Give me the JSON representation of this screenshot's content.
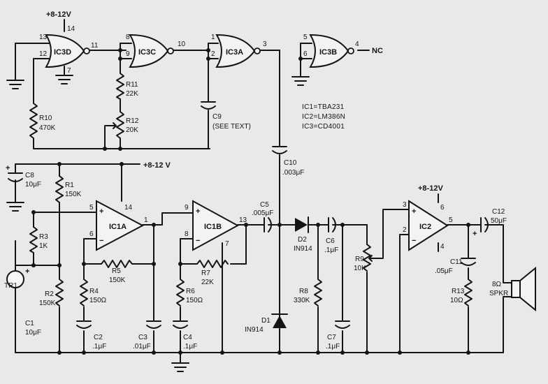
{
  "supply": "+8-12V",
  "supply_spaced": "+8-12 V",
  "nc": "NC",
  "ics": {
    "ic3d": "IC3D",
    "ic3c": "IC3C",
    "ic3a": "IC3A",
    "ic3b": "IC3B",
    "ic1a": "IC1A",
    "ic1b": "IC1B",
    "ic2": "IC2"
  },
  "pins": {
    "p13": "13",
    "p14": "14",
    "p12": "12",
    "p11": "11",
    "p7": "7",
    "p8": "8",
    "p9": "9",
    "p10": "10",
    "p1": "1",
    "p2": "2",
    "p3": "3",
    "p5": "5",
    "p6": "6",
    "p4": "4"
  },
  "parts_list": {
    "ic1": "IC1=TBA231",
    "ic2": "IC2=LM386N",
    "ic3": "IC3=CD4001"
  },
  "components": {
    "r1": "R1",
    "r1v": "150K",
    "r2": "R2",
    "r2v": "150K",
    "r3": "R3",
    "r3v": "1K",
    "r4": "R4",
    "r4v": "150Ω",
    "r5": "R5",
    "r5v": "150K",
    "r6": "R6",
    "r6v": "150Ω",
    "r7": "R7",
    "r7v": "22K",
    "r8": "R8",
    "r8v": "330K",
    "r9": "R9",
    "r9v": "10K",
    "r10": "R10",
    "r10v": "470K",
    "r11": "R11",
    "r11v": "22K",
    "r12": "R12",
    "r12v": "20K",
    "r13": "R13",
    "r13v": "10Ω",
    "c1": "C1",
    "c1v": "10μF",
    "c2": "C2",
    "c2v": ".1μF",
    "c3": "C3",
    "c3v": ".01μF",
    "c4": "C4",
    "c4v": ".1μF",
    "c5": "C5",
    "c5v": ".005μF",
    "c6": "C6",
    "c6v": ".1μF",
    "c7": "C7",
    "c7v": ".1μF",
    "c8": "C8",
    "c8v": "10μF",
    "c9": "C9",
    "c9v": "(SEE TEXT)",
    "c10": "C10",
    "c10v": ".003μF",
    "c11": "C11",
    "c11v": ".05μF",
    "c12": "C12",
    "c12v": "50μF",
    "d1": "D1",
    "d1v": "IN914",
    "d2": "D2",
    "d2v": "IN914",
    "tr1": "TR1",
    "spkr_ohm": "8Ω",
    "spkr": "SPKR"
  },
  "signs": {
    "plus": "+",
    "minus": "−"
  }
}
